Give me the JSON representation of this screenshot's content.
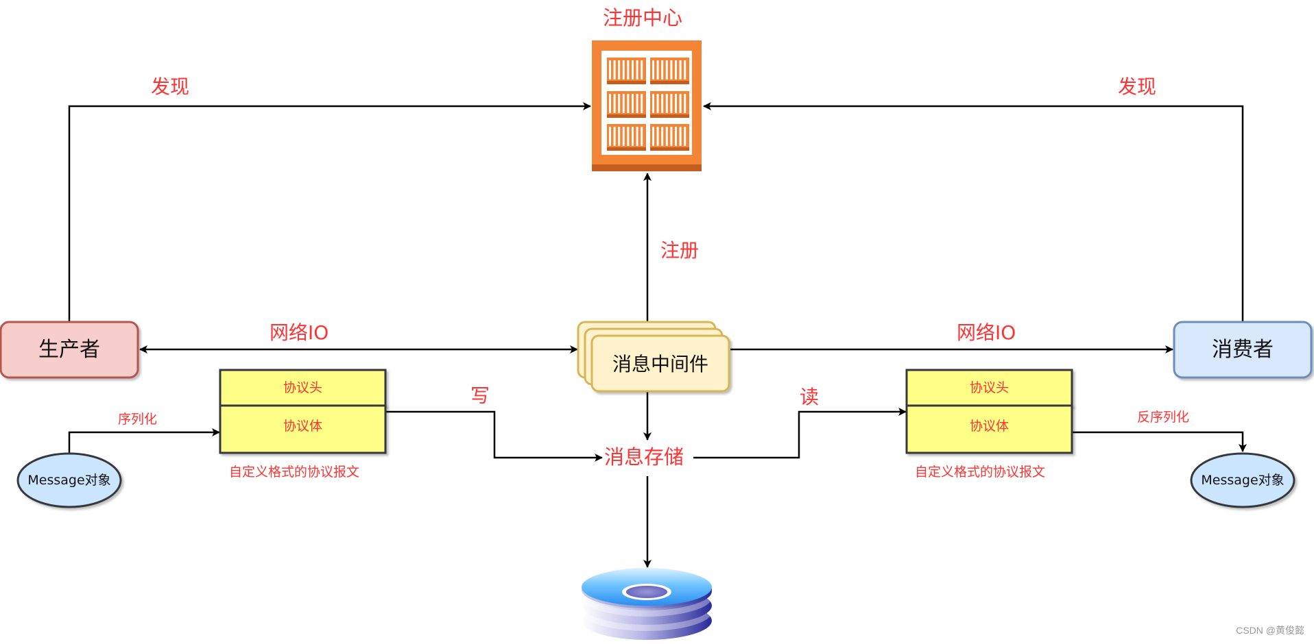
{
  "registry": {
    "title": "注册中心"
  },
  "producer": {
    "label": "生产者"
  },
  "consumer": {
    "label": "消费者"
  },
  "middleware": {
    "label": "消息中间件"
  },
  "storage": {
    "label": "消息存储"
  },
  "edges": {
    "discover_left": "发现",
    "discover_right": "发现",
    "register": "注册",
    "network_io_left": "网络IO",
    "network_io_right": "网络IO",
    "write": "写",
    "read": "读",
    "serialize": "序列化",
    "deserialize": "反序列化"
  },
  "left_packet": {
    "header": "协议头",
    "body": "协议体",
    "caption": "自定义格式的协议报文",
    "message_object": "Message对象"
  },
  "right_packet": {
    "header": "协议头",
    "body": "协议体",
    "caption": "自定义格式的协议报文",
    "message_object": "Message对象"
  },
  "watermark": "CSDN @黄俊懿",
  "colors": {
    "label_red": "#ff3333",
    "registry_orange": "#f58536",
    "producer_fill": "#f8cecc",
    "producer_stroke": "#b85450",
    "consumer_fill": "#dae8fc",
    "consumer_stroke": "#6c8ebf",
    "middleware_fill": "#fff2cc",
    "middleware_stroke": "#d6b656",
    "packet_fill": "#ffff88",
    "ellipse_fill": "#cce5ff"
  }
}
